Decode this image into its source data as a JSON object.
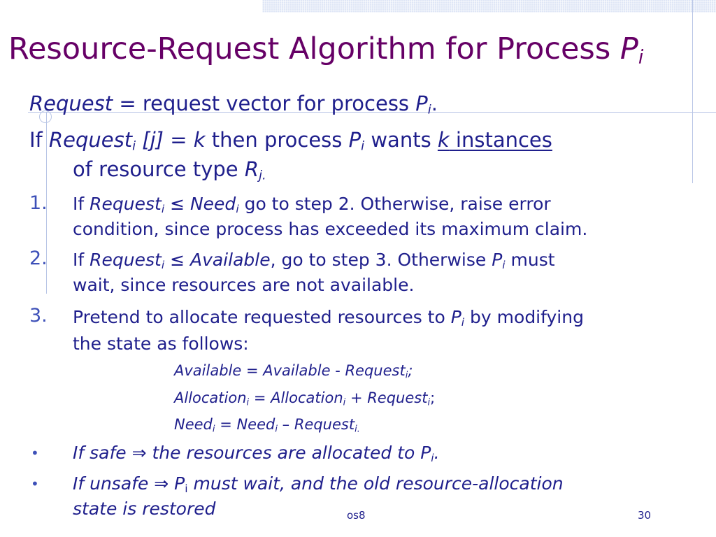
{
  "title": {
    "text": "Resource-Request Algorithm for Process",
    "sym": "P",
    "sub": "i"
  },
  "line1": {
    "var": "Request",
    "rest": " = request vector for process ",
    "sym": "P",
    "sub": "i",
    "end": "."
  },
  "line2": {
    "if": "If ",
    "var": "Request",
    "sub": "i",
    "idx": " [j] = ",
    "k": "k",
    "mid": " then process ",
    "p": "P",
    "psub": "i",
    "wants": " wants ",
    "k2": "k",
    "inst": " instances",
    "cont": "of resource type ",
    "r": "R",
    "rsub": "j."
  },
  "steps": [
    {
      "num": "1.",
      "a": "If ",
      "v1": "Request",
      "s1": "i",
      "op": " ≤ ",
      "v2": "Need",
      "s2": "i",
      "b": " go to step 2.  Otherwise, raise error",
      "line2": "condition, since process has exceeded its maximum claim."
    },
    {
      "num": "2.",
      "a": "If ",
      "v1": "Request",
      "s1": "i",
      "op": " ≤ ",
      "v2": "Available",
      "b": ", go to step 3.  Otherwise ",
      "p": "P",
      "ps": "i",
      "c": "  must",
      "line2": "wait, since resources are not available."
    },
    {
      "num": "3.",
      "a": "Pretend to allocate requested resources to ",
      "p": "P",
      "ps": "i",
      "b": " by modifying",
      "line2": "the state as follows:"
    }
  ],
  "equations": [
    {
      "l": "Available = Available",
      "op": " - ",
      "r": "Request",
      "rs": "i",
      "end": ";"
    },
    {
      "l": "Allocation",
      "ls": "i",
      "mid": " = Allocation",
      "ms": "i",
      "op": " + ",
      "r": "Request",
      "rs": "i",
      "end": ";"
    },
    {
      "l": "Need",
      "ls": "i",
      "mid": " = Need",
      "ms": "i",
      "op": " – ",
      "r": "Request",
      "rs": "i."
    }
  ],
  "bullets": [
    {
      "mark": "•",
      "text": "If safe ⇒ the resources are allocated to P",
      "sub": "i",
      "end": "."
    },
    {
      "mark": "•",
      "a": "If unsafe ⇒ P",
      "sub": "i",
      "b": " must wait, and the old resource-allocation",
      "line2": "state is restored"
    }
  ],
  "footer": {
    "center": "os8",
    "page": "30"
  }
}
